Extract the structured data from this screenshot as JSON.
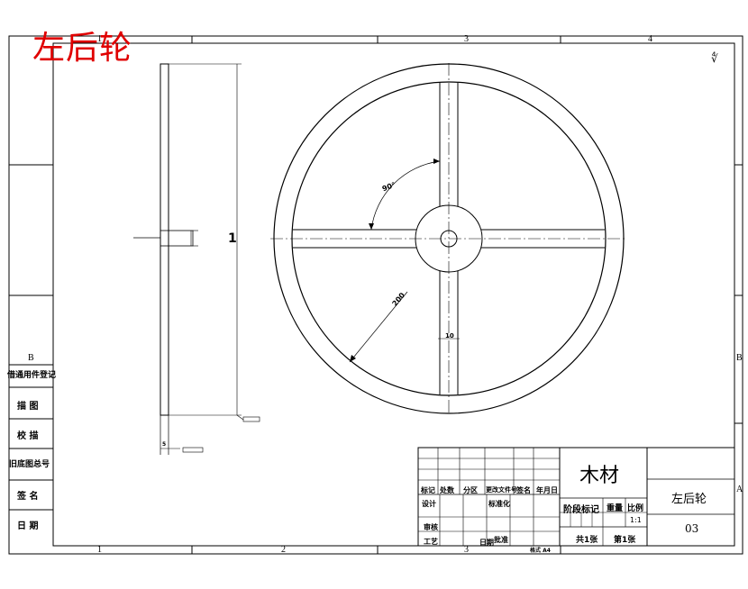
{
  "red_title": "左后轮",
  "zones": {
    "top": [
      "1",
      "3",
      "4"
    ],
    "bottom": [
      "1",
      "2",
      "3"
    ],
    "left_B": "B",
    "right_B": "B",
    "right_A": "A"
  },
  "surface_mark": "∜",
  "left_column": {
    "items": [
      "借通用件登记",
      "描 图",
      "校 描",
      "旧底图总号",
      "签 名",
      "日 期"
    ]
  },
  "drawing": {
    "angle_label": "90°",
    "diameter_label": "200",
    "spoke_width_label": "10",
    "side_tag_1": "1",
    "side_tag_bottom_width": "5",
    "side_ref_small": "▭"
  },
  "title_block": {
    "material": "木材",
    "part_name": "左后轮",
    "drawing_no": "03",
    "scale": "1:1",
    "stage_label": "阶段标记",
    "weight_label": "重量",
    "scale_label": "比例",
    "sheets_total": "共1张",
    "sheet_no": "第1张",
    "row_headers": [
      "标记",
      "处数",
      "分区",
      "更改文件号",
      "签名",
      "年月日"
    ],
    "design_label": "设计",
    "standard_label": "标准化",
    "review_label": "审核",
    "process_label": "工艺",
    "approve_label": "批准",
    "date_label": "日期",
    "format_label": "格式 A4"
  }
}
